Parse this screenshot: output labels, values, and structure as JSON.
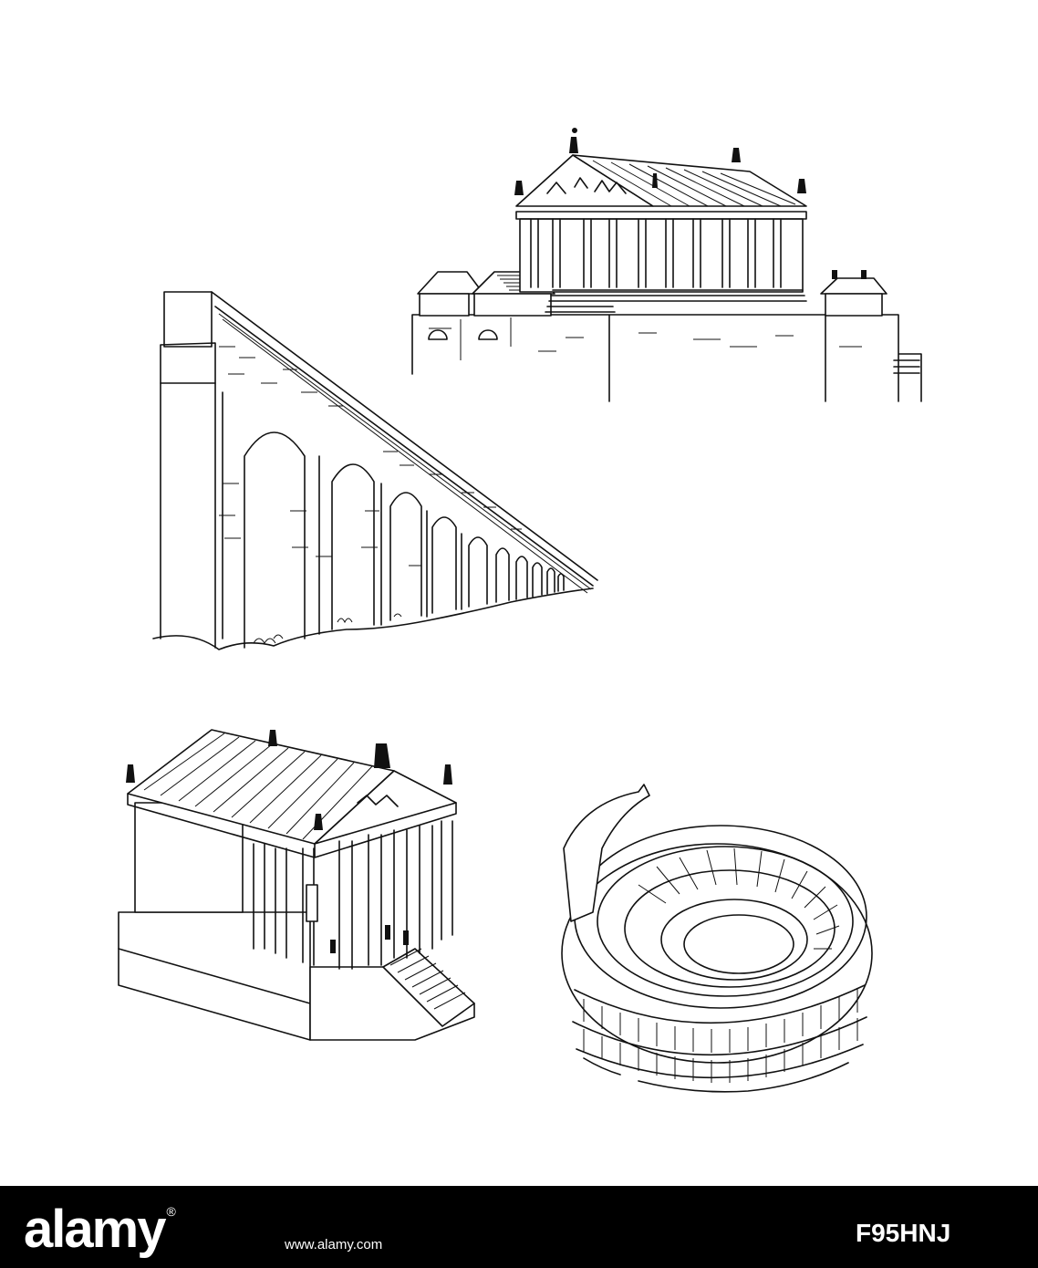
{
  "illustrations": [
    {
      "subject": "acropolis-temple-on-platform"
    },
    {
      "subject": "roman-aqueduct"
    },
    {
      "subject": "roman-temple-perspective"
    },
    {
      "subject": "colosseum-amphitheatre"
    }
  ],
  "footer": {
    "brand": "alamy",
    "trademark": "®",
    "site": "www.alamy.com",
    "image_id": "F95HNJ",
    "background": "#000000",
    "text_color": "#ffffff"
  },
  "colors": {
    "ink": "#111111",
    "paper": "#ffffff"
  }
}
